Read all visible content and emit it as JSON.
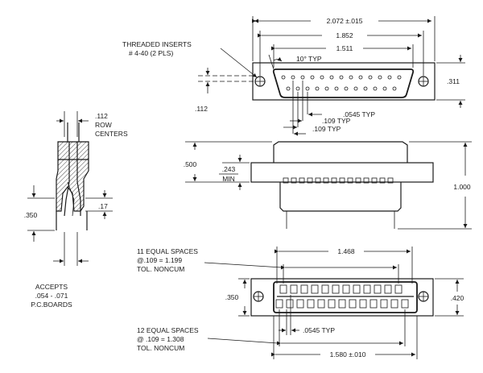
{
  "dims": {
    "overall_width": "2.072 ±.015",
    "mount_hole_spacing": "1.852",
    "shell_width": "1.511",
    "angle": "10° TYP",
    "height_311": ".311",
    "dim_112": ".112",
    "dim_0545": ".0545 TYP",
    "dim_109_a": ".109 TYP",
    "dim_109_b": ".109 TYP",
    "dim_500": ".500",
    "dim_243": ".243",
    "dim_243_sub": "MIN",
    "dim_1000": "1.000",
    "dim_1468": "1.468",
    "dim_350_bottom": ".350",
    "dim_420": ".420",
    "dim_0545_b": ".0545 TYP",
    "dim_1580": "1.580 ±.010",
    "side_112": ".112",
    "side_row": "ROW",
    "side_centers": "CENTERS",
    "side_350": ".350",
    "side_17": ".17"
  },
  "notes": {
    "inserts_1": "THREADED INSERTS",
    "inserts_2": "# 4-40 (2 PLS)",
    "spaces11_1": "11 EQUAL SPACES",
    "spaces11_2": "@.109 = 1.199",
    "spaces11_3": "TOL. NONCUM",
    "spaces12_1": "12 EQUAL SPACES",
    "spaces12_2": "@ .109 = 1.308",
    "spaces12_3": "TOL. NONCUM",
    "accepts_1": "ACCEPTS",
    "accepts_2": ".054 - .071",
    "accepts_3": "P.C.BOARDS"
  }
}
